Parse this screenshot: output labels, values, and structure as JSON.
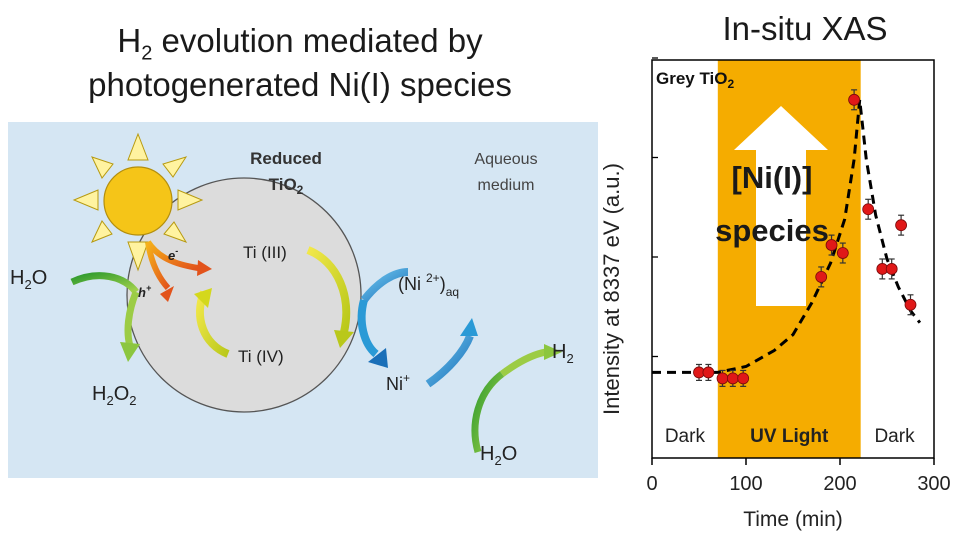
{
  "title": {
    "line1_pre": "H",
    "line1_sub": "2",
    "line1_post": " evolution mediated by",
    "line2": "photogenerated Ni(I) species"
  },
  "diagram": {
    "reduced_tio2": {
      "line1": "Reduced",
      "line2_pre": "TiO",
      "line2_sub": "2"
    },
    "aqueous": {
      "line1": "Aqueous",
      "line2": "medium"
    },
    "electron": {
      "base": "e",
      "sup": "-"
    },
    "hole": {
      "base": "h",
      "sup": "+"
    },
    "ti3": "Ti (III)",
    "ti4": "Ti (IV)",
    "h2o_left": {
      "base": "H",
      "sub": "2",
      "post": "O"
    },
    "h2o2": {
      "base": "H",
      "sub1": "2",
      "mid": "O",
      "sub2": "2"
    },
    "ni2": {
      "pre": "(Ni ",
      "sup": "2+",
      "close": ")",
      "sub": "aq"
    },
    "ni1": {
      "base": "Ni",
      "sup": "+"
    },
    "h2": {
      "base": "H",
      "sub": "2"
    },
    "h2o_bottom": {
      "base": "H",
      "sub": "2",
      "post": "O"
    },
    "colors": {
      "background": "#d5e6f3",
      "sphere": "#dcdcdc",
      "sun": "#f5c518",
      "green": "#7cbf3a",
      "blue": "#2a9ad6",
      "yellow": "#d4d81c",
      "orange": "#f07a1a"
    }
  },
  "xas_title": "In-situ XAS",
  "chart_data": {
    "type": "scatter",
    "title": "In-situ XAS",
    "xlabel": "Time (min)",
    "ylabel": "Intensity at 8337 eV (a.u.)",
    "xlim": [
      0,
      300
    ],
    "ylim": [
      0,
      1.0
    ],
    "xticks": [
      "0",
      "100",
      "200",
      "300"
    ],
    "y_tick_labels_shown": false,
    "regions": [
      {
        "label": "Dark",
        "x": [
          0,
          70
        ]
      },
      {
        "label": "UV Light",
        "x": [
          70,
          222
        ],
        "color": "#f5ac00"
      },
      {
        "label": "Dark",
        "x": [
          222,
          300
        ]
      }
    ],
    "inset_label": {
      "pre": "Grey TiO",
      "sub": "2"
    },
    "arrow_label": {
      "line1": "[Ni(I)]",
      "line2": "species"
    },
    "points": [
      {
        "x": 50,
        "y": 0.215,
        "err": 0.02
      },
      {
        "x": 60,
        "y": 0.215,
        "err": 0.02
      },
      {
        "x": 75,
        "y": 0.2,
        "err": 0.02
      },
      {
        "x": 86,
        "y": 0.2,
        "err": 0.02
      },
      {
        "x": 97,
        "y": 0.2,
        "err": 0.02
      },
      {
        "x": 180,
        "y": 0.455,
        "err": 0.025
      },
      {
        "x": 191,
        "y": 0.535,
        "err": 0.025
      },
      {
        "x": 203,
        "y": 0.515,
        "err": 0.025
      },
      {
        "x": 215,
        "y": 0.9,
        "err": 0.025
      },
      {
        "x": 230,
        "y": 0.625,
        "err": 0.025
      },
      {
        "x": 245,
        "y": 0.475,
        "err": 0.025
      },
      {
        "x": 255,
        "y": 0.475,
        "err": 0.025
      },
      {
        "x": 265,
        "y": 0.585,
        "err": 0.025
      },
      {
        "x": 275,
        "y": 0.385,
        "err": 0.025
      }
    ],
    "fit_curve": [
      [
        0,
        0.215
      ],
      [
        70,
        0.215
      ],
      [
        100,
        0.23
      ],
      [
        130,
        0.27
      ],
      [
        150,
        0.31
      ],
      [
        170,
        0.39
      ],
      [
        190,
        0.49
      ],
      [
        205,
        0.6
      ],
      [
        215,
        0.75
      ],
      [
        221,
        0.9
      ],
      [
        228,
        0.75
      ],
      [
        238,
        0.61
      ],
      [
        250,
        0.5
      ],
      [
        262,
        0.43
      ],
      [
        275,
        0.37
      ],
      [
        285,
        0.34
      ]
    ],
    "marker_color": "#e01818",
    "fit_style": "dashed black"
  }
}
